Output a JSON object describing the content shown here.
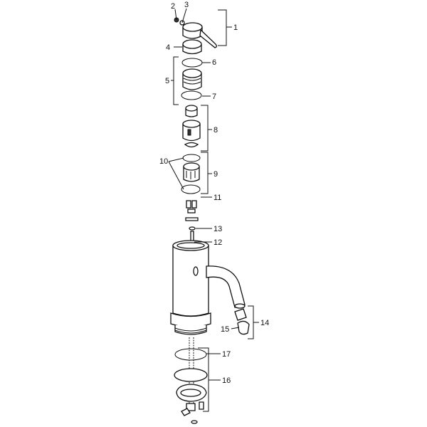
{
  "diagram": {
    "type": "exploded-parts-view",
    "labels": {
      "p1": "1",
      "p2": "2",
      "p3": "3",
      "p4": "4",
      "p5": "5",
      "p6": "6",
      "p7": "7",
      "p8": "8",
      "p9": "9",
      "p10": "10",
      "p11": "11",
      "p12": "12",
      "p13": "13",
      "p14": "14",
      "p15": "15",
      "p16": "16",
      "p17": "17"
    }
  }
}
